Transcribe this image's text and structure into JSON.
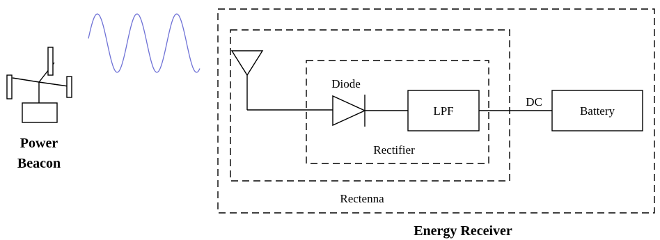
{
  "labels": {
    "power_beacon_line1": "Power",
    "power_beacon_line2": "Beacon",
    "diode": "Diode",
    "lpf": "LPF",
    "dc": "DC",
    "battery": "Battery",
    "rectifier": "Rectifier",
    "rectenna": "Rectenna",
    "energy_receiver": "Energy Receiver"
  },
  "colors": {
    "rf_wave": "#6f72d6",
    "stroke": "#000000"
  },
  "icons": {
    "beacon": "power-beacon-antenna-icon",
    "wave": "rf-sine-wave-icon",
    "antenna": "receiving-antenna-icon",
    "diode": "diode-symbol-icon"
  }
}
